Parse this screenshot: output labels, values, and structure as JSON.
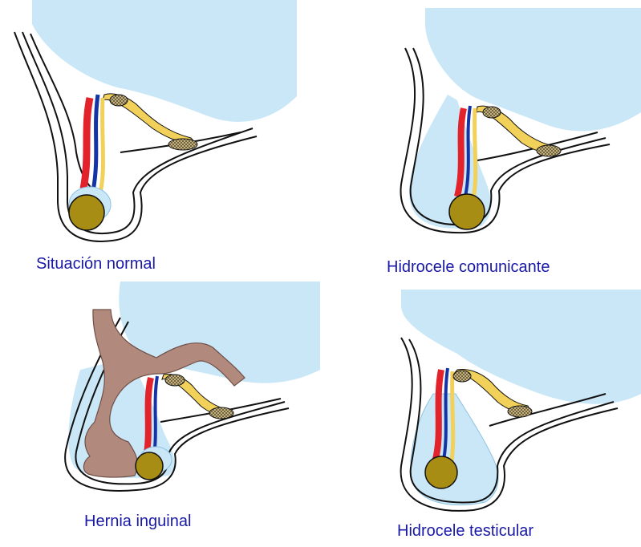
{
  "colors": {
    "caption": "#1a1aa6",
    "background": "#ffffff",
    "abdomen_fluid": "#c9e7f7",
    "fluid_outline": "#8fc3e0",
    "body_wall": "#111111",
    "artery": "#e3232b",
    "vein": "#1434a6",
    "vas_deferens": "#f2d15a",
    "testis": "#a88d14",
    "epididymis_hatch": "#6b5a2a",
    "bowel": "#b18a7d"
  },
  "panels": [
    {
      "id": "normal",
      "caption": "Situación normal"
    },
    {
      "id": "communicating",
      "caption": "Hidrocele comunicante"
    },
    {
      "id": "hernia",
      "caption": "Hernia inguinal"
    },
    {
      "id": "testicular",
      "caption": "Hidrocele testicular"
    }
  ]
}
